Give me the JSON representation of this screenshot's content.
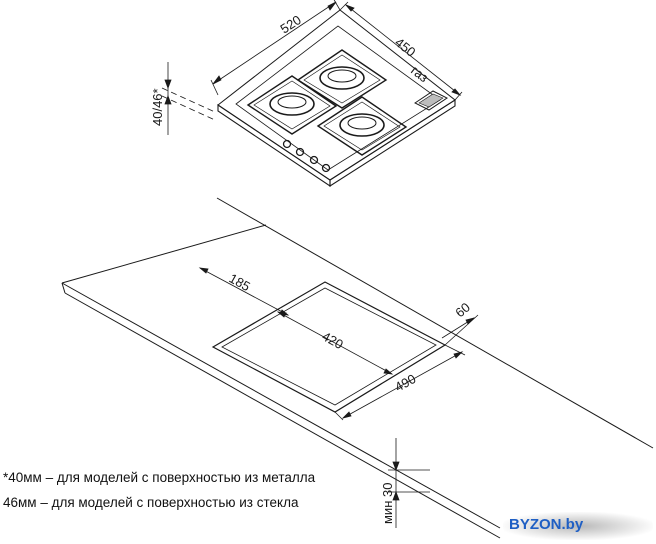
{
  "hob": {
    "width_label": "520",
    "depth_label": "450",
    "height_label": "40/46*",
    "gas_label": "газ"
  },
  "cutout": {
    "front_offset_label": "185",
    "width_label": "420",
    "depth_label": "490",
    "back_offset_label": "60",
    "min_thickness_label": "мин 30"
  },
  "notes": [
    "*40мм – для моделей с поверхностью из металла",
    "46мм – для моделей с поверхностью из стекла"
  ],
  "watermark": "BYZON.by",
  "colors": {
    "line": "#1a1a1a",
    "watermark_text": "#1f5fc4"
  }
}
